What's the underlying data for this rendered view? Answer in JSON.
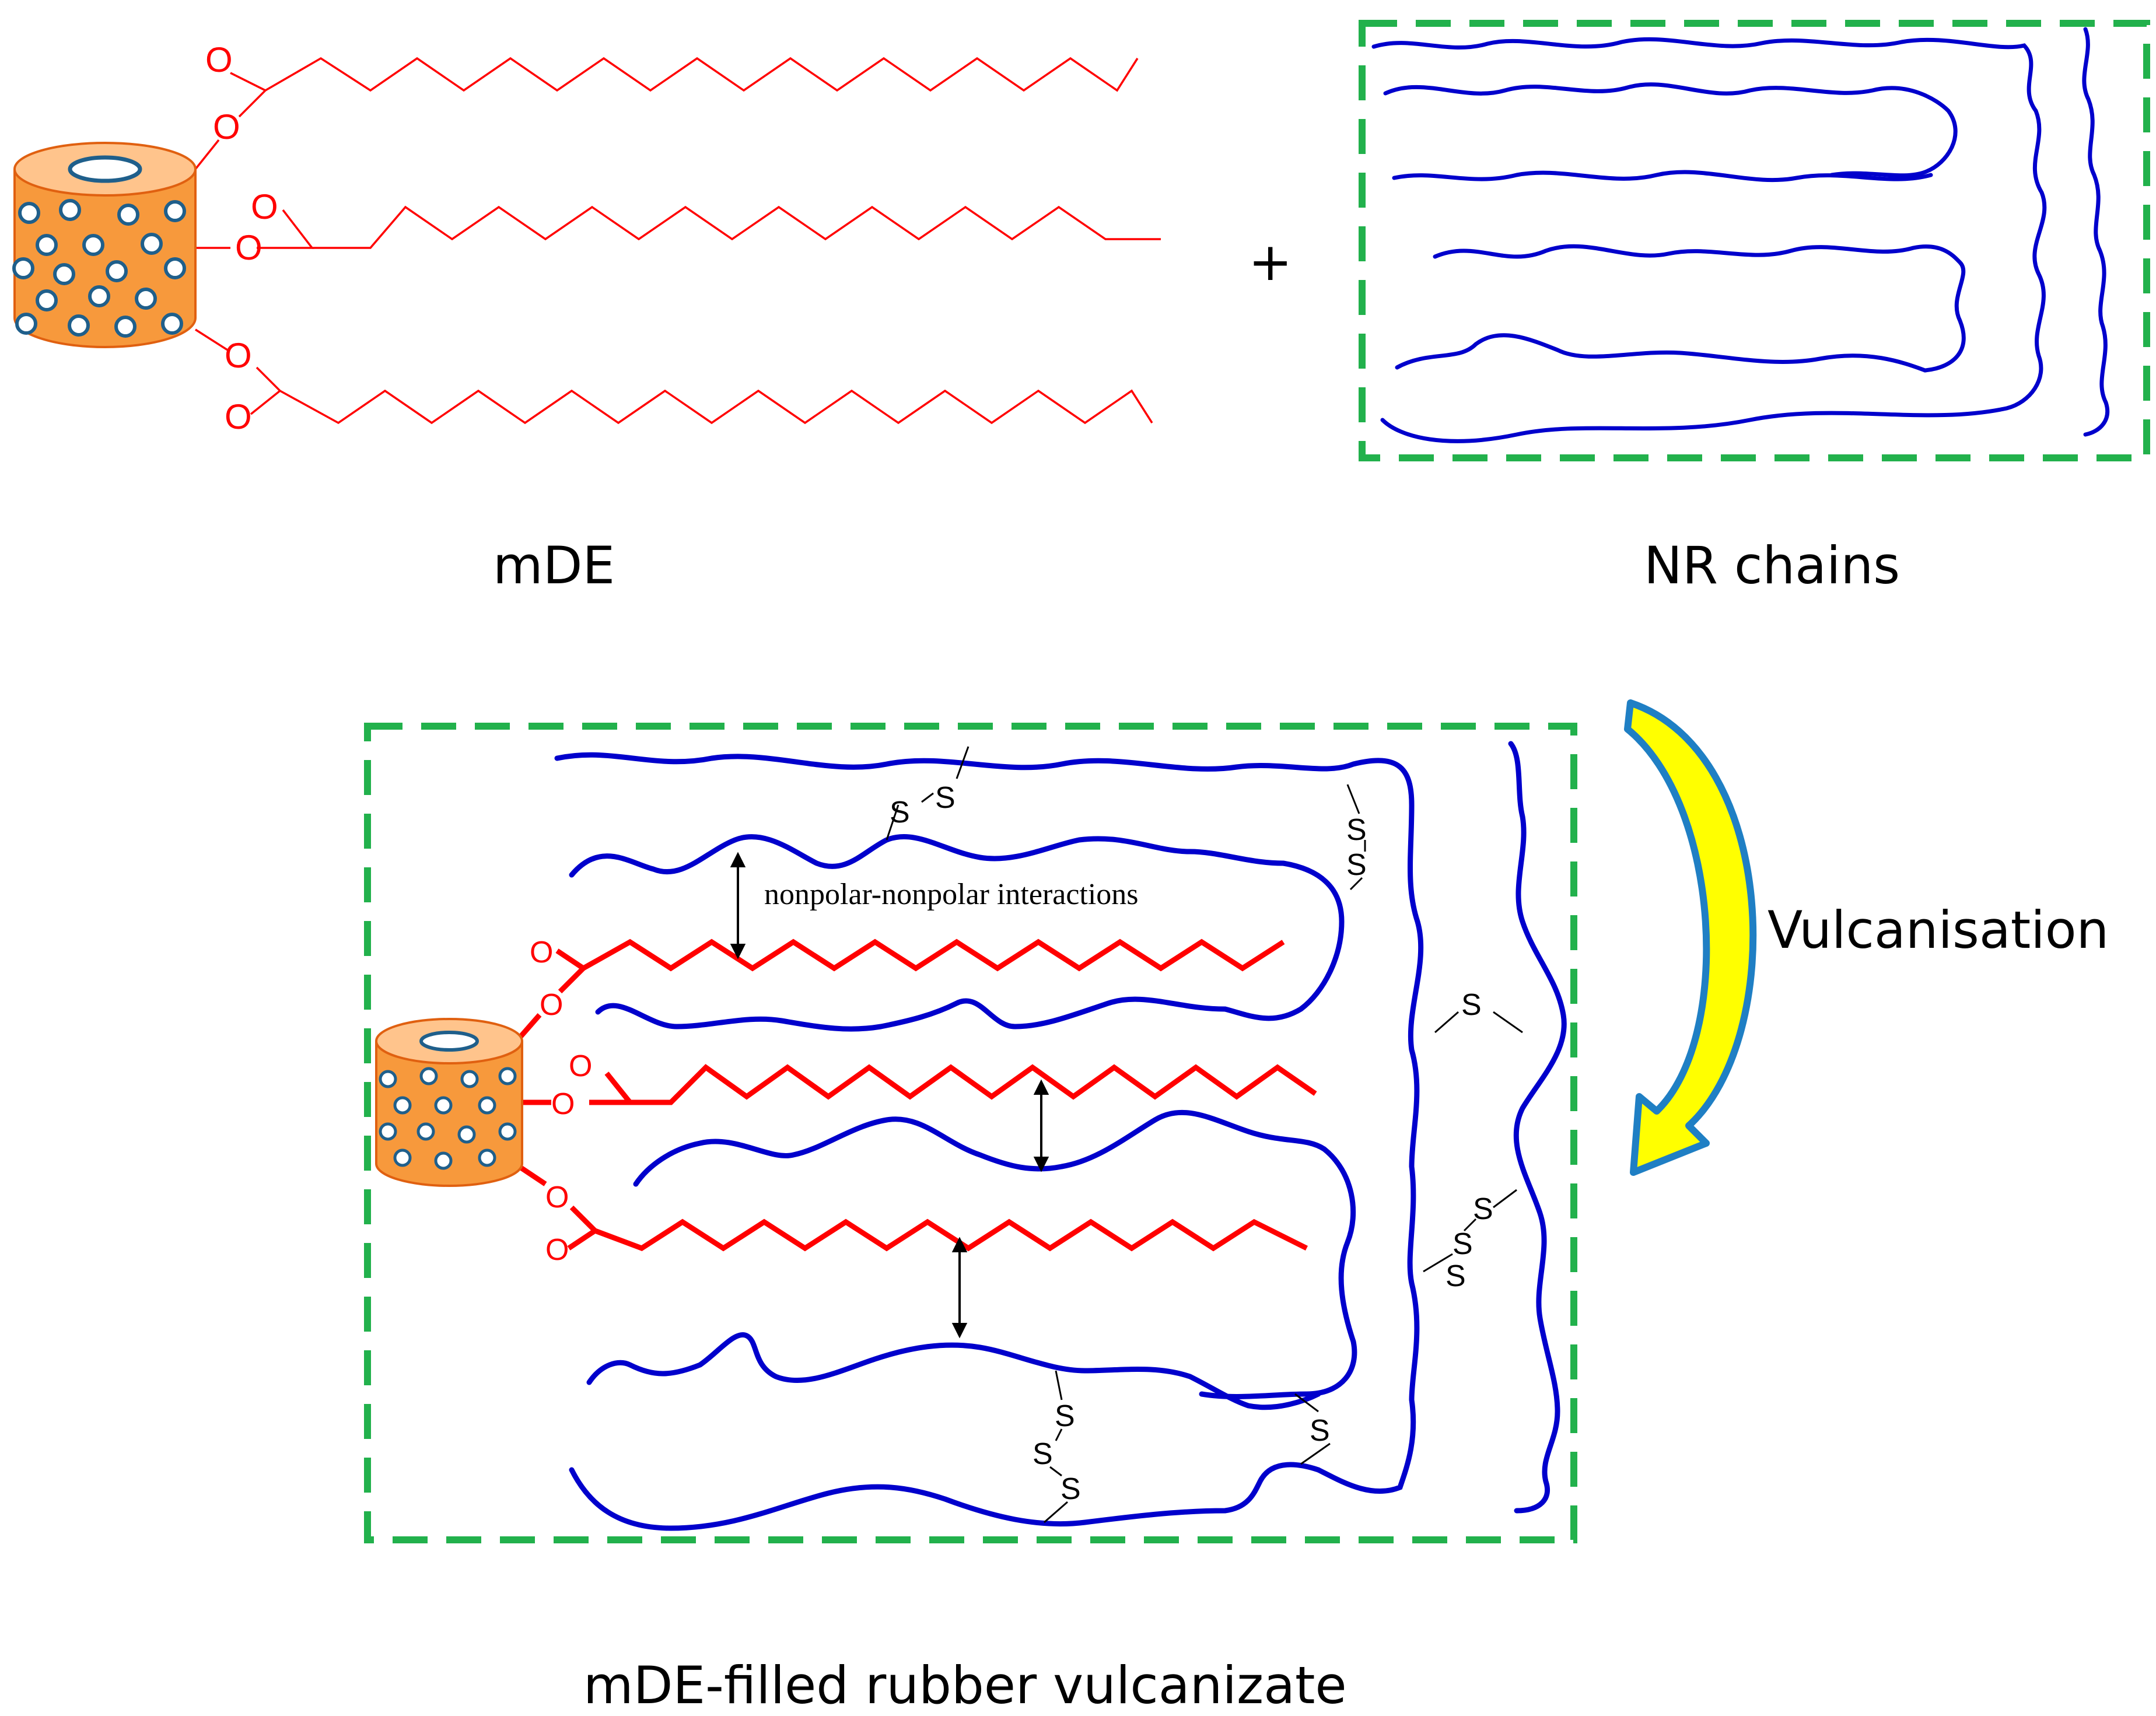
{
  "labels": {
    "mde": "mDE",
    "nr_chains": "NR chains",
    "plus": "+",
    "vulcanisation": "Vulcanisation",
    "vulcanizate": "mDE-filled rubber vulcanizate",
    "interactions": "nonpolar-nonpolar interactions",
    "oxygen": "O",
    "sulfur": "S"
  },
  "colors": {
    "ester_red": "#ff0000",
    "chain_blue": "#0000cc",
    "frame_green": "#22b14c",
    "cylinder_orange": "#f7993c",
    "cylinder_top": "#ffc48c",
    "pore_outline": "#1f5f8b",
    "arrow_fill": "#ffff00",
    "arrow_outline": "#1f7fc4"
  }
}
